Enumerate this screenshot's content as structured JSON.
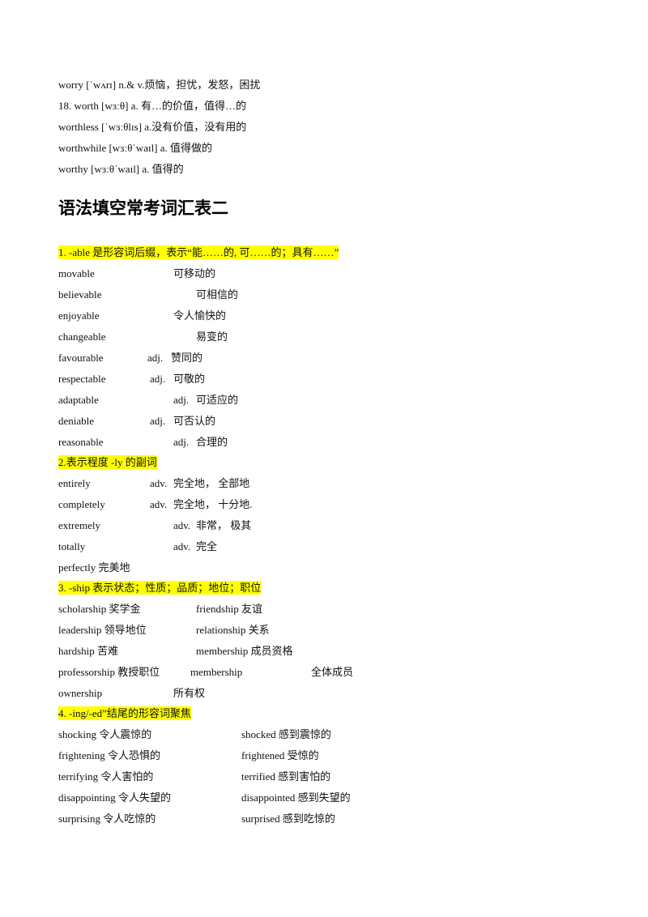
{
  "intro_lines": [
    "worry [ˈwʌrɪ] n.& v.烦恼，担忧，发怒，困扰",
    "18. worth [wɜːθ] a. 有…的价值，值得…的",
    "worthless [ˈwɜːθlɪs] a.没有价值，没有用的",
    "worthwhile [wɜːθˈwaɪl] a. 值得做的",
    "worthy [wɜːθˈwaɪl] a. 值得的"
  ],
  "title": "语法填空常考词汇表二",
  "sections": [
    {
      "heading": "1. -able 是形容词后缀，表示“能……的, 可……的；具有……”",
      "items": [
        {
          "word": "movable",
          "pos": "",
          "meaning": "可移动的"
        },
        {
          "word": "believable",
          "pos": "",
          "meaning": "可相信的"
        },
        {
          "word": "enjoyable",
          "pos": "",
          "meaning": "令人愉快的"
        },
        {
          "word": "changeable",
          "pos": "",
          "meaning": "易变的"
        },
        {
          "word": "favourable",
          "pos": "adj.",
          "meaning": "赞同的"
        },
        {
          "word": "respectable",
          "pos": "adj.",
          "meaning": "可敬的"
        },
        {
          "word": "adaptable",
          "pos": "adj.",
          "meaning": "可适应的"
        },
        {
          "word": "deniable",
          "pos": "adj.",
          "meaning": "可否认的"
        },
        {
          "word": "reasonable",
          "pos": "adj.",
          "meaning": "合理的"
        }
      ]
    },
    {
      "heading": "2.表示程度 -ly 的副词",
      "items": [
        {
          "word": "entirely",
          "pos": "adv.",
          "meaning": "完全地，  全部地"
        },
        {
          "word": "completely",
          "pos": "adv.",
          "meaning": "完全地，  十分地."
        },
        {
          "word": "extremely",
          "pos": "adv.",
          "meaning": "非常，  极其"
        },
        {
          "word": "totally",
          "pos": "adv.",
          "meaning": "完全"
        },
        {
          "word": "perfectly 完美地",
          "pos": "",
          "meaning": ""
        }
      ]
    },
    {
      "heading": "3. -ship 表示状态；性质；品质；地位；职位",
      "rows": [
        [
          "scholarship  奖学金",
          "friendship  友谊",
          ""
        ],
        [
          "leadership  领导地位",
          "relationship  关系",
          ""
        ],
        [
          "hardship  苦难",
          "membership  成员资格",
          ""
        ],
        [
          "professorship  教授职位",
          "membership",
          "全体成员"
        ],
        [
          "ownership",
          "所有权",
          ""
        ]
      ]
    },
    {
      "heading": "4. -ing/-ed”结尾的形容词聚焦",
      "rows": [
        [
          "shocking 令人震惊的",
          "shocked 感到震惊的"
        ],
        [
          "frightening 令人恐惧的",
          "frightened 受惊的"
        ],
        [
          "terrifying 令人害怕的",
          "terrified 感到害怕的"
        ],
        [
          "disappointing  令人失望的",
          "disappointed 感到失望的"
        ],
        [
          "surprising 令人吃惊的",
          "surprised 感到吃惊的"
        ]
      ]
    }
  ],
  "colors": {
    "highlight": "#ffff00",
    "text": "#111111"
  }
}
